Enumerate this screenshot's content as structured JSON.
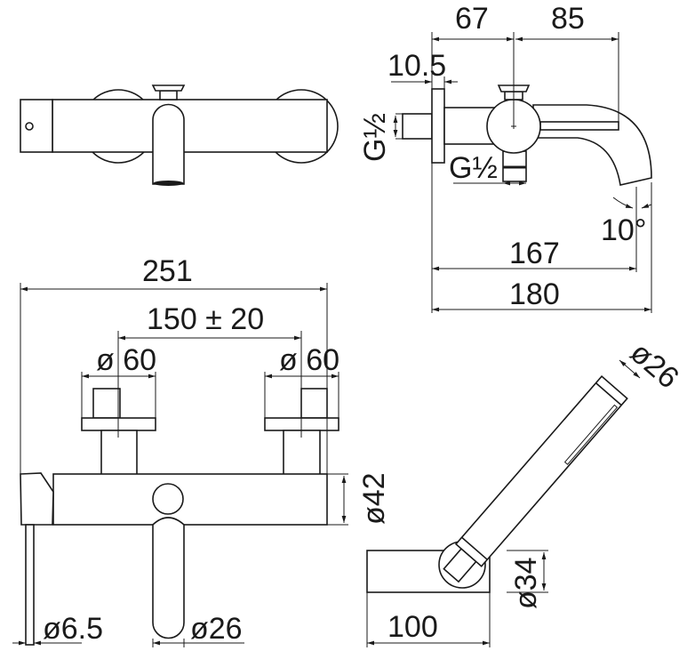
{
  "dimensions": {
    "side_67": "67",
    "side_85": "85",
    "side_10_5": "10.5",
    "side_inlet_thread": "G½",
    "side_outlet_thread": "G½",
    "side_angle": "10°",
    "side_167": "167",
    "side_180": "180",
    "front_251": "251",
    "front_centers": "150 ± 20",
    "front_rosette_left": "ø 60",
    "front_rosette_right": "ø 60",
    "front_body_dia": "ø42",
    "front_rod_dia": "ø6.5",
    "front_spout_dia": "ø26",
    "shower_holder_width": "100",
    "shower_holder_dia": "ø34",
    "shower_handle_dia": "ø26"
  }
}
